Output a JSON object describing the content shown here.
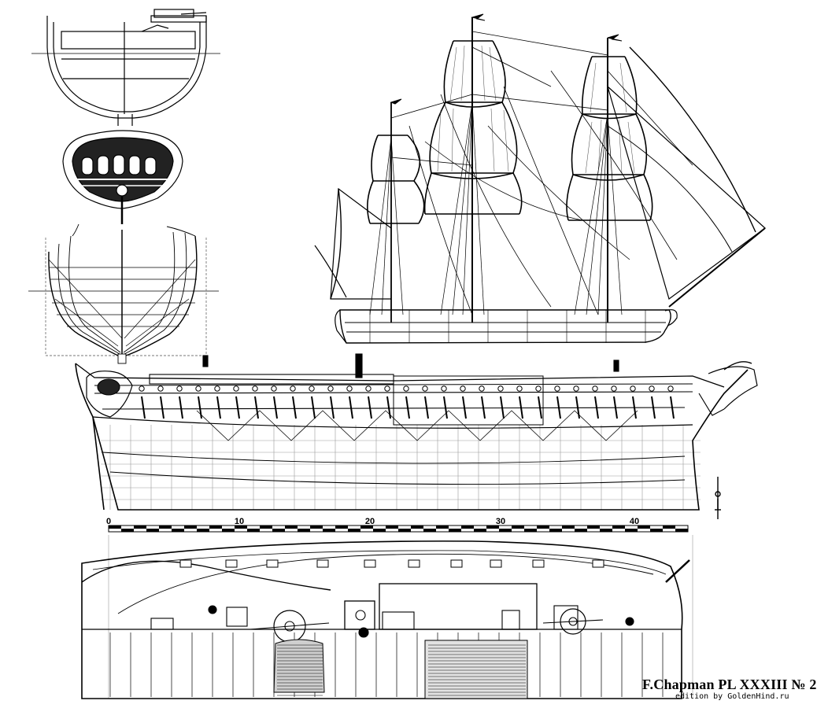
{
  "plate": {
    "title": "F.Chapman PL XXXIII № 2",
    "credit": "edition by GoldenHind.ru"
  },
  "scale_bar": {
    "ticks": [
      "0",
      "10",
      "20",
      "30",
      "40"
    ]
  },
  "colors": {
    "ink": "#000000",
    "paper": "#ffffff",
    "grid": "#7a7a7a"
  }
}
